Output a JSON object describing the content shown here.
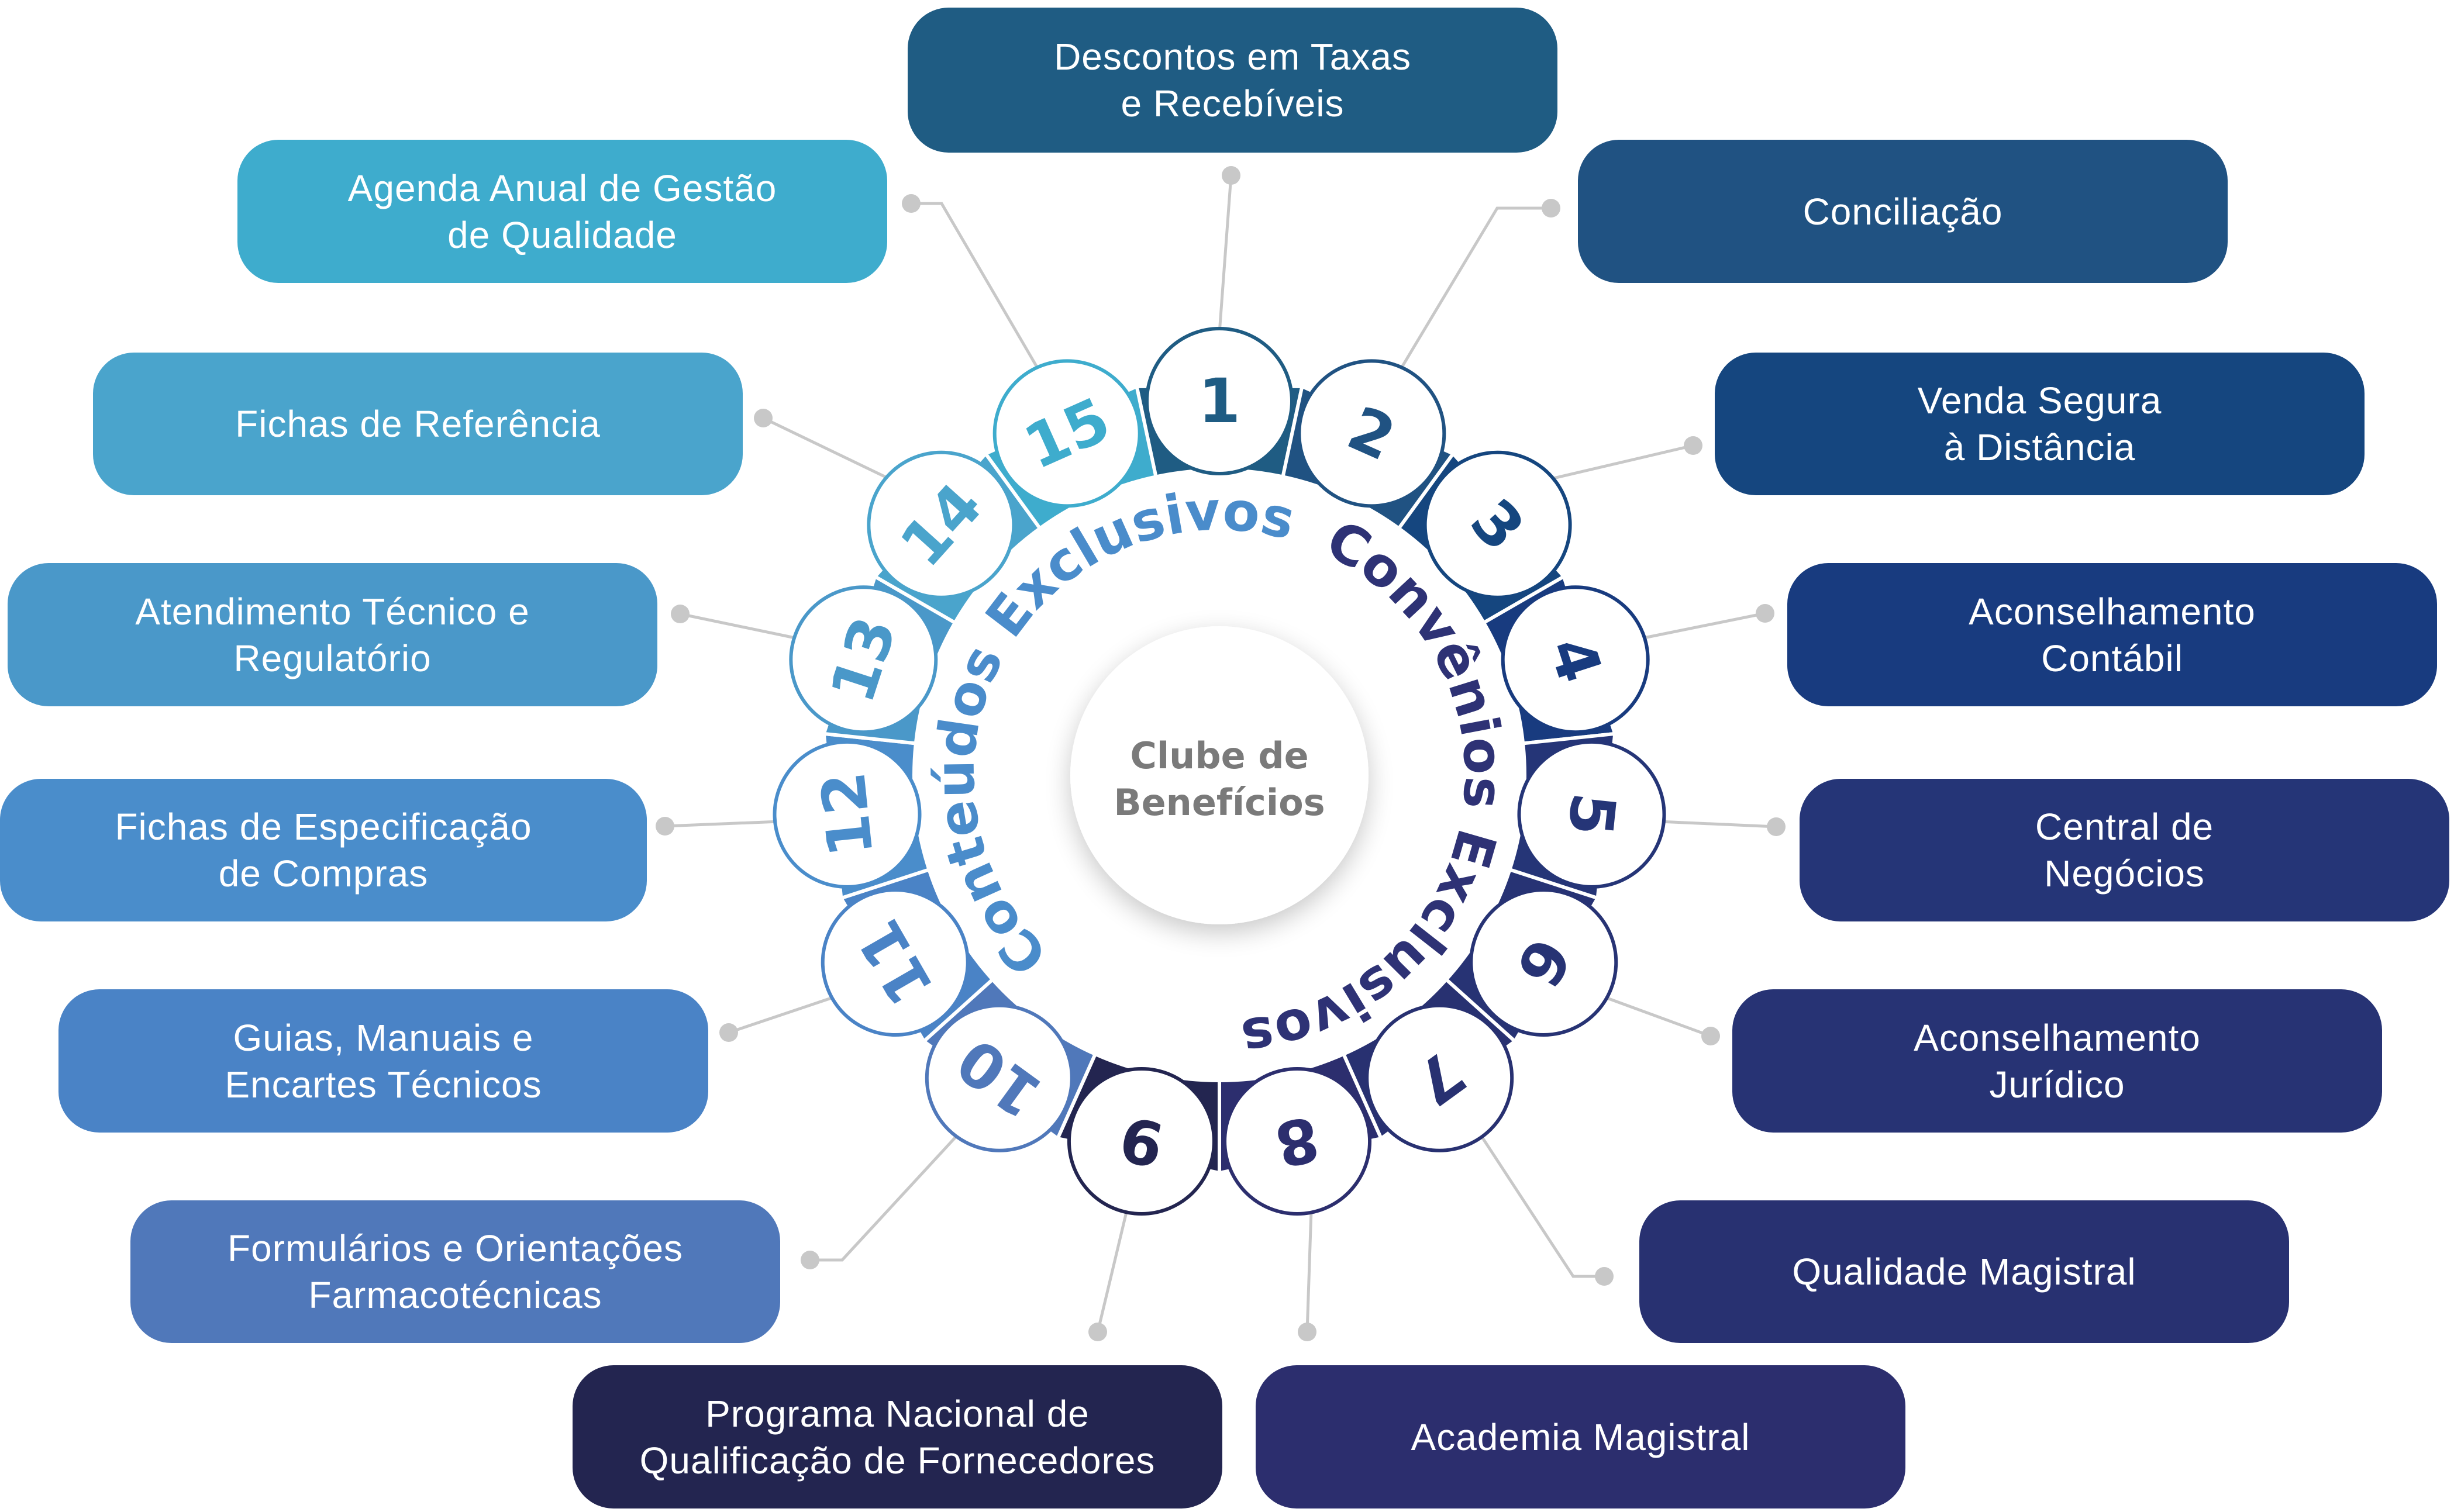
{
  "center": {
    "title_line1": "Clube de",
    "title_line2": "Benefícios",
    "title_color": "#7a7a7a"
  },
  "ring_labels": {
    "left": {
      "text": "Conteúdos Exclusivos",
      "color": "#4a8ccb"
    },
    "right": {
      "text": "Convênios Exclusivos",
      "color": "#2e3275"
    }
  },
  "connector_color": "#c8c8c8",
  "items": [
    {
      "number": "1",
      "label": "Descontos em Taxas\ne Recebíveis",
      "color": "#1f5c83",
      "group": "Convênios Exclusivos"
    },
    {
      "number": "2",
      "label": "Conciliação",
      "color": "#205282",
      "group": "Convênios Exclusivos"
    },
    {
      "number": "3",
      "label": "Venda Segura\nà Distância",
      "color": "#15467f",
      "group": "Convênios Exclusivos"
    },
    {
      "number": "4",
      "label": "Aconselhamento\nContábil",
      "color": "#183b7f",
      "group": "Convênios Exclusivos"
    },
    {
      "number": "5",
      "label": "Central de\nNegócios",
      "color": "#253577",
      "group": "Convênios Exclusivos"
    },
    {
      "number": "6",
      "label": "Aconselhamento\nJurídico",
      "color": "#273374",
      "group": "Convênios Exclusivos"
    },
    {
      "number": "7",
      "label": "Qualidade Magistral",
      "color": "#283171",
      "group": "Convênios Exclusivos"
    },
    {
      "number": "8",
      "label": "Academia Magistral",
      "color": "#2c2e6e",
      "group": "Convênios Exclusivos"
    },
    {
      "number": "9",
      "label": "Programa Nacional de\nQualificação de Fornecedores",
      "color": "#232550",
      "group": "Conteúdos Exclusivos"
    },
    {
      "number": "10",
      "label": "Formulários e Orientações\nFarmacotécnicas",
      "color": "#5078ba",
      "group": "Conteúdos Exclusivos"
    },
    {
      "number": "11",
      "label": "Guias, Manuais e\nEncartes Técnicos",
      "color": "#4a83c6",
      "group": "Conteúdos Exclusivos"
    },
    {
      "number": "12",
      "label": "Fichas de Especificação\nde Compras",
      "color": "#4a8dcb",
      "group": "Conteúdos Exclusivos"
    },
    {
      "number": "13",
      "label": "Atendimento Técnico e\nRegulatório",
      "color": "#4a98c9",
      "group": "Conteúdos Exclusivos"
    },
    {
      "number": "14",
      "label": "Fichas de Referência",
      "color": "#4aa4cc",
      "group": "Conteúdos Exclusivos"
    },
    {
      "number": "15",
      "label": "Agenda Anual de Gestão\nde Qualidade",
      "color": "#3eaccd",
      "group": "Conteúdos Exclusivos"
    }
  ]
}
